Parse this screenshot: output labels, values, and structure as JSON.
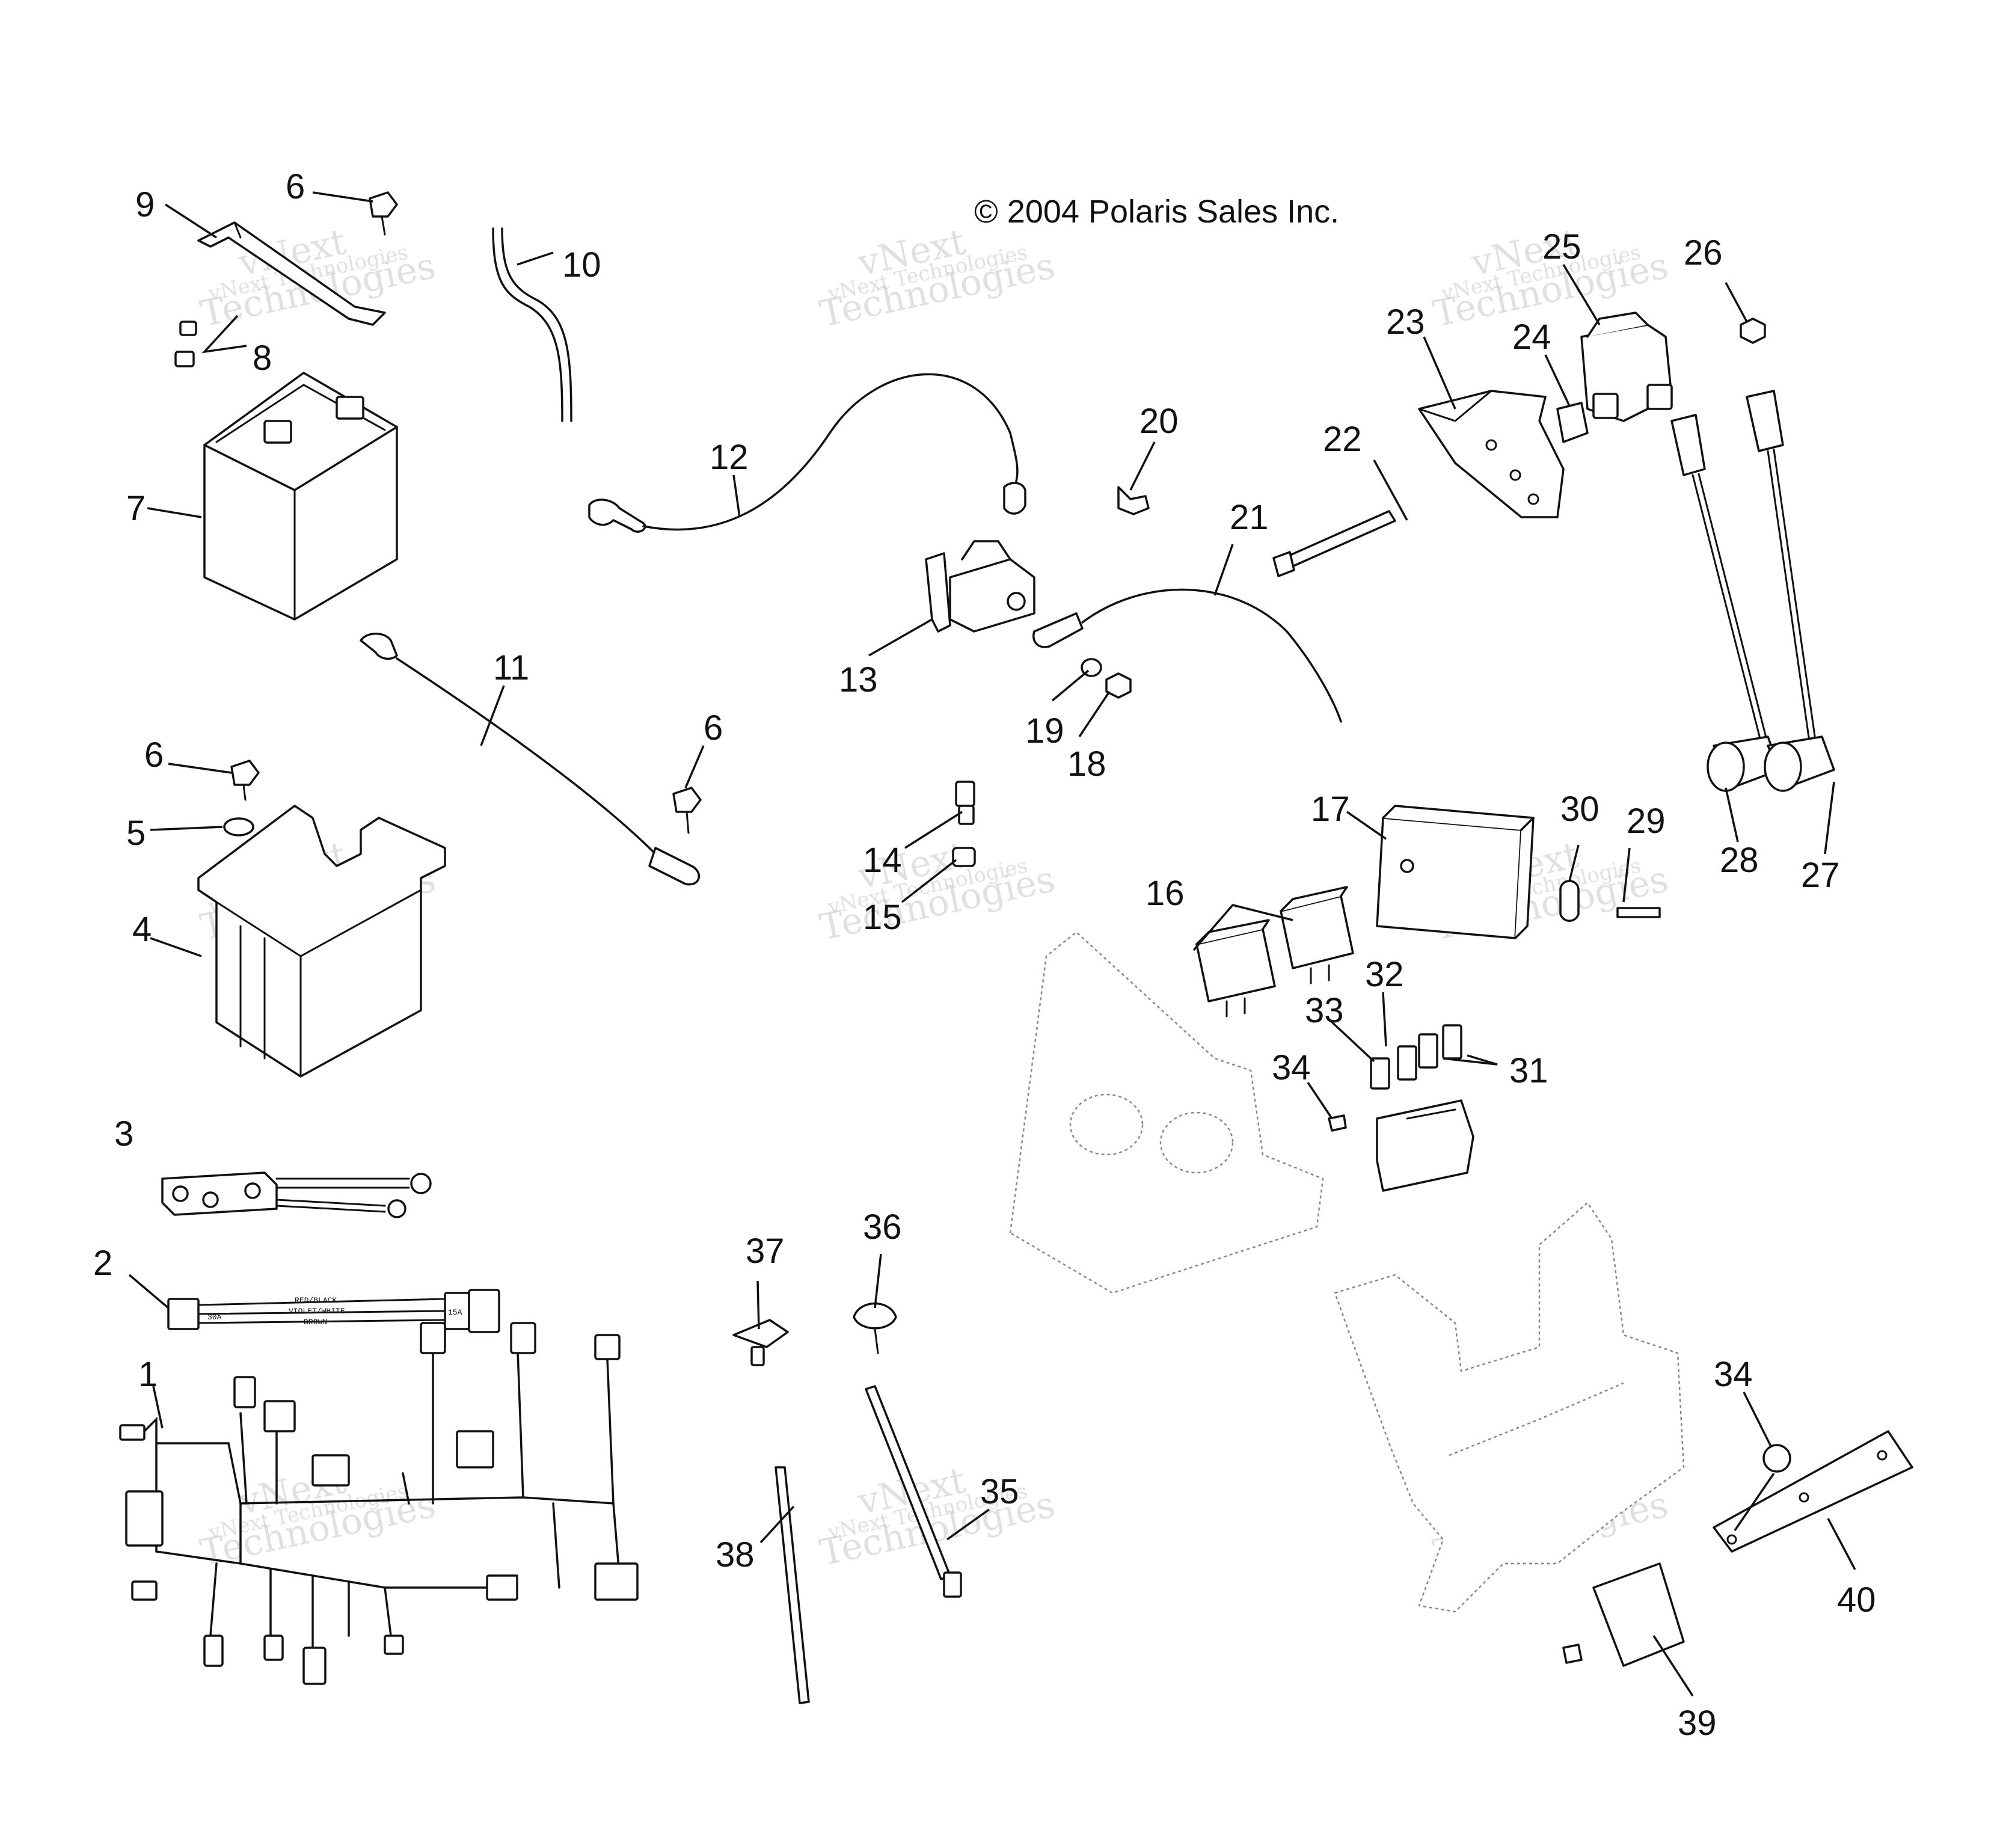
{
  "copyright": "© 2004 Polaris Sales Inc.",
  "watermark": {
    "line1": "vNext Technologies",
    "line2": "vNext",
    "line3": "Technologies"
  },
  "wire_labels": {
    "upper": "RED/BLACK",
    "middle": "VIOLET/WHITE",
    "lower": "BROWN",
    "fuse": "30A",
    "plug": "15A"
  },
  "callouts": [
    "1",
    "2",
    "3",
    "4",
    "5",
    "6",
    "6",
    "6",
    "7",
    "8",
    "9",
    "10",
    "11",
    "12",
    "13",
    "14",
    "15",
    "16",
    "17",
    "18",
    "19",
    "20",
    "21",
    "22",
    "23",
    "24",
    "25",
    "26",
    "27",
    "28",
    "29",
    "30",
    "31",
    "32",
    "33",
    "34",
    "34",
    "35",
    "36",
    "37",
    "38",
    "39",
    "40"
  ]
}
